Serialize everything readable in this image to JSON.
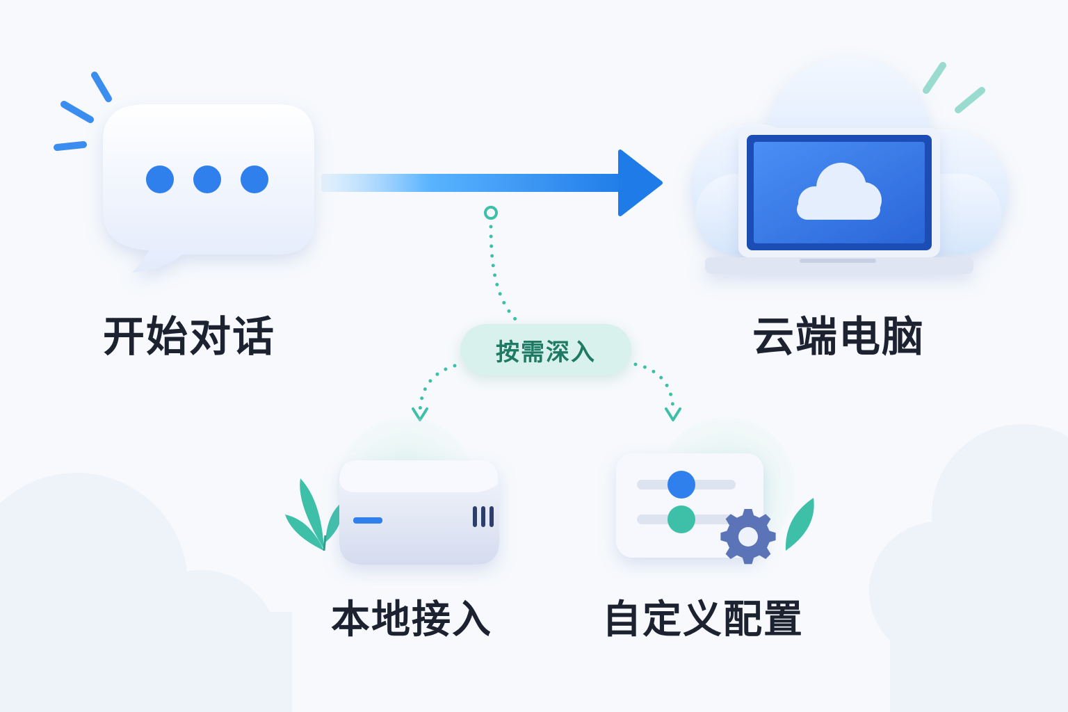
{
  "nodes": {
    "start_conversation": "开始对话",
    "cloud_computer": "云端电脑",
    "local_access": "本地接入",
    "custom_config": "自定义配置"
  },
  "branch_label": "按需深入",
  "colors": {
    "primary_blue": "#2f80ed",
    "accent_teal": "#3dbfa8",
    "label_text": "#1c2230",
    "pill_bg": "#d9f1ec",
    "pill_text": "#1f7a63"
  }
}
